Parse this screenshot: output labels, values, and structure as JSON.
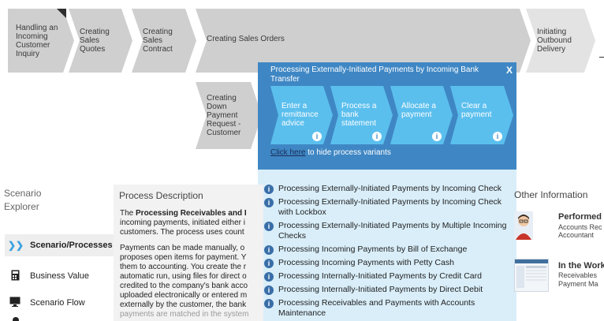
{
  "process_row": {
    "top": [
      "Handling an Incoming Customer Inquiry",
      "Creating Sales Quotes",
      "Creating Sales Contract",
      "Creating Sales Orders",
      "Initiating Outbound Delivery"
    ],
    "second": "Creating Down Payment Request - Customer"
  },
  "popup": {
    "title": "Processing Externally-Initiated Payments by Incoming Bank Transfer",
    "close": "X",
    "steps": [
      "Enter a remittance advice",
      "Process a bank statement",
      "Allocate a payment",
      "Clear a payment"
    ],
    "info_glyph": "i",
    "hide_link": "Click here",
    "hide_text": " to hide process variants",
    "variants": [
      "Processing Externally-Initiated Payments by Incoming Check",
      "Processing Externally-Initiated Payments by Incoming Check with Lockbox",
      "Processing Externally-Initiated Payments by Multiple Incoming Checks",
      "Processing Incoming Payments by Bill of Exchange",
      "Processing Incoming Payments with Petty Cash",
      "Processing Internally-Initiated Payments by Credit Card",
      "Processing Internally-Initiated Payments by Direct Debit",
      "Processing Receivables and Payments with Accounts Maintenance"
    ]
  },
  "explorer": {
    "title_line1": "Scenario",
    "title_line2": "Explorer",
    "items": [
      {
        "label": "Scenario/Processes",
        "icon": "chevrons-icon",
        "active": true
      },
      {
        "label": "Business Value",
        "icon": "calculator-icon",
        "active": false
      },
      {
        "label": "Scenario Flow",
        "icon": "monitor-icon",
        "active": false
      }
    ]
  },
  "description": {
    "title": "Process Description",
    "p1_prefix": "The ",
    "p1_bold": "Processing Receivables and I",
    "p1_rest": "incoming payments, initiated either i customers. The process uses count",
    "p2": "Payments can be made manually, o proposes open items for payment. Y them to accounting. You create the r automatic run, using files for direct o credited to the company's bank acco uploaded electronically or entered m externally by the customer, the bank",
    "p2_cut": "payments are matched in the system"
  },
  "other_info": {
    "title": "Other Information",
    "person_name": "Performed",
    "person_role_1": "Accounts Rec",
    "person_role_2": "Accountant",
    "work_title": "In the Work",
    "work_sub_1": "Receivables",
    "work_sub_2": "Payment Ma"
  },
  "colors": {
    "popup_header": "#3f87c4",
    "popup_step": "#5bbfee",
    "popup_list_bg": "#d9eef9",
    "chevron": "#cfcfcf"
  }
}
